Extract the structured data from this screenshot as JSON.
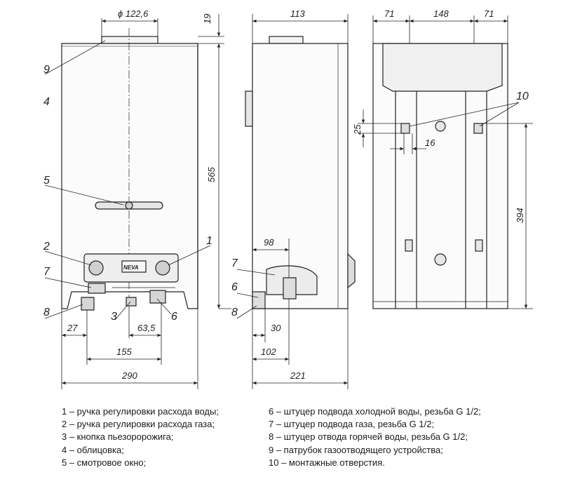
{
  "front_view": {
    "dims": {
      "flue_diameter": "ϕ 122,6",
      "top_offset": "19",
      "height": "565",
      "width": "290",
      "span_155": "155",
      "left_27": "27",
      "right_63_5": "63,5"
    },
    "callouts": {
      "c9": "9",
      "c4": "4",
      "c5": "5",
      "c2": "2",
      "c1": "1",
      "c7": "7",
      "c8": "8",
      "c3": "3",
      "c6": "6"
    },
    "brand": "NEVA"
  },
  "side_view": {
    "dims": {
      "top_113": "113",
      "d_98": "98",
      "d_30": "30",
      "d_102": "102",
      "depth_221": "221"
    },
    "callouts": {
      "c7": "7",
      "c6": "6",
      "c8": "8"
    }
  },
  "back_view": {
    "dims": {
      "left_71": "71",
      "mid_148": "148",
      "right_71": "71",
      "d_25": "25",
      "d_16": "16",
      "d_394": "394"
    },
    "callouts": {
      "c10": "10"
    }
  },
  "legend": {
    "left": [
      "1 – ручка регулировки расхода воды;",
      "2 – ручка регулировки расхода газа;",
      "3 – кнопка пьезоророжига;",
      "4 – облицовка;",
      "5 – смотровое окно;"
    ],
    "right": [
      "6 – штуцер подвода холодной воды, резьба G 1/2;",
      "7 – штуцер подвода газа, резьба G 1/2;",
      "8 – штуцер отвода горячей воды, резьба G 1/2;",
      "9 – патрубок газоотводящего устройства;",
      "10 – монтажные отверстия."
    ]
  }
}
